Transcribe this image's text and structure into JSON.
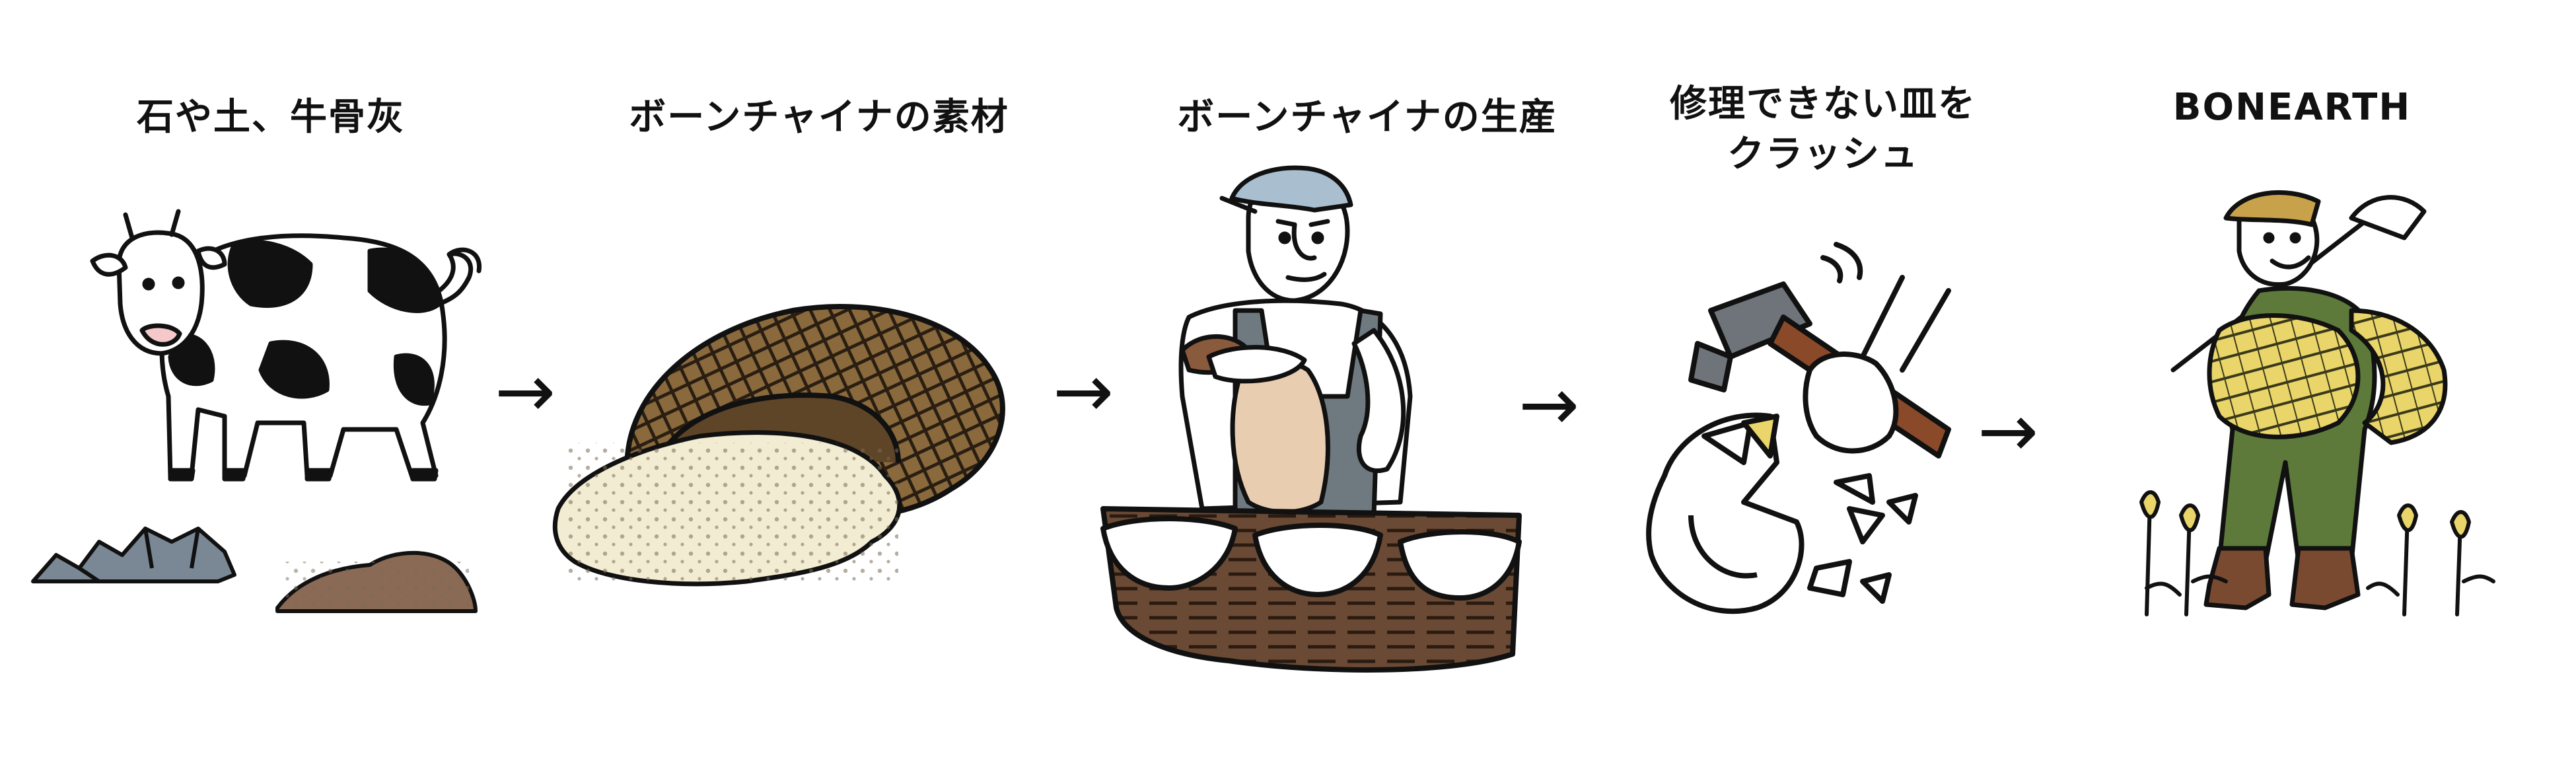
{
  "steps": [
    {
      "label_lines": [
        "石や土、牛骨灰"
      ]
    },
    {
      "label_lines": [
        "ボーンチャイナの素材"
      ]
    },
    {
      "label_lines": [
        "ボーンチャイナの生産"
      ]
    },
    {
      "label_lines": [
        "修理できない皿を",
        "クラッシュ"
      ]
    },
    {
      "label_lines": [
        "BONEARTH"
      ]
    }
  ],
  "arrow_symbol": "→",
  "colors": {
    "ink": "#111111",
    "cow_spot": "#111111",
    "stone_gray": "#7a8794",
    "soil_brown": "#8a6a55",
    "basket_brown": "#7a5a32",
    "powder_cream": "#f2ecd2",
    "cap_blue": "#a9bfcf",
    "apron_gray": "#6f7a80",
    "cloth_tan": "#e8cdb0",
    "table_brown": "#6a4a35",
    "hammer_gray": "#6e747a",
    "handle_brown": "#8a4a2a",
    "farmer_green": "#5d7a3a",
    "wheat_yellow": "#e9d56a",
    "boot_brown": "#7a4a30"
  }
}
